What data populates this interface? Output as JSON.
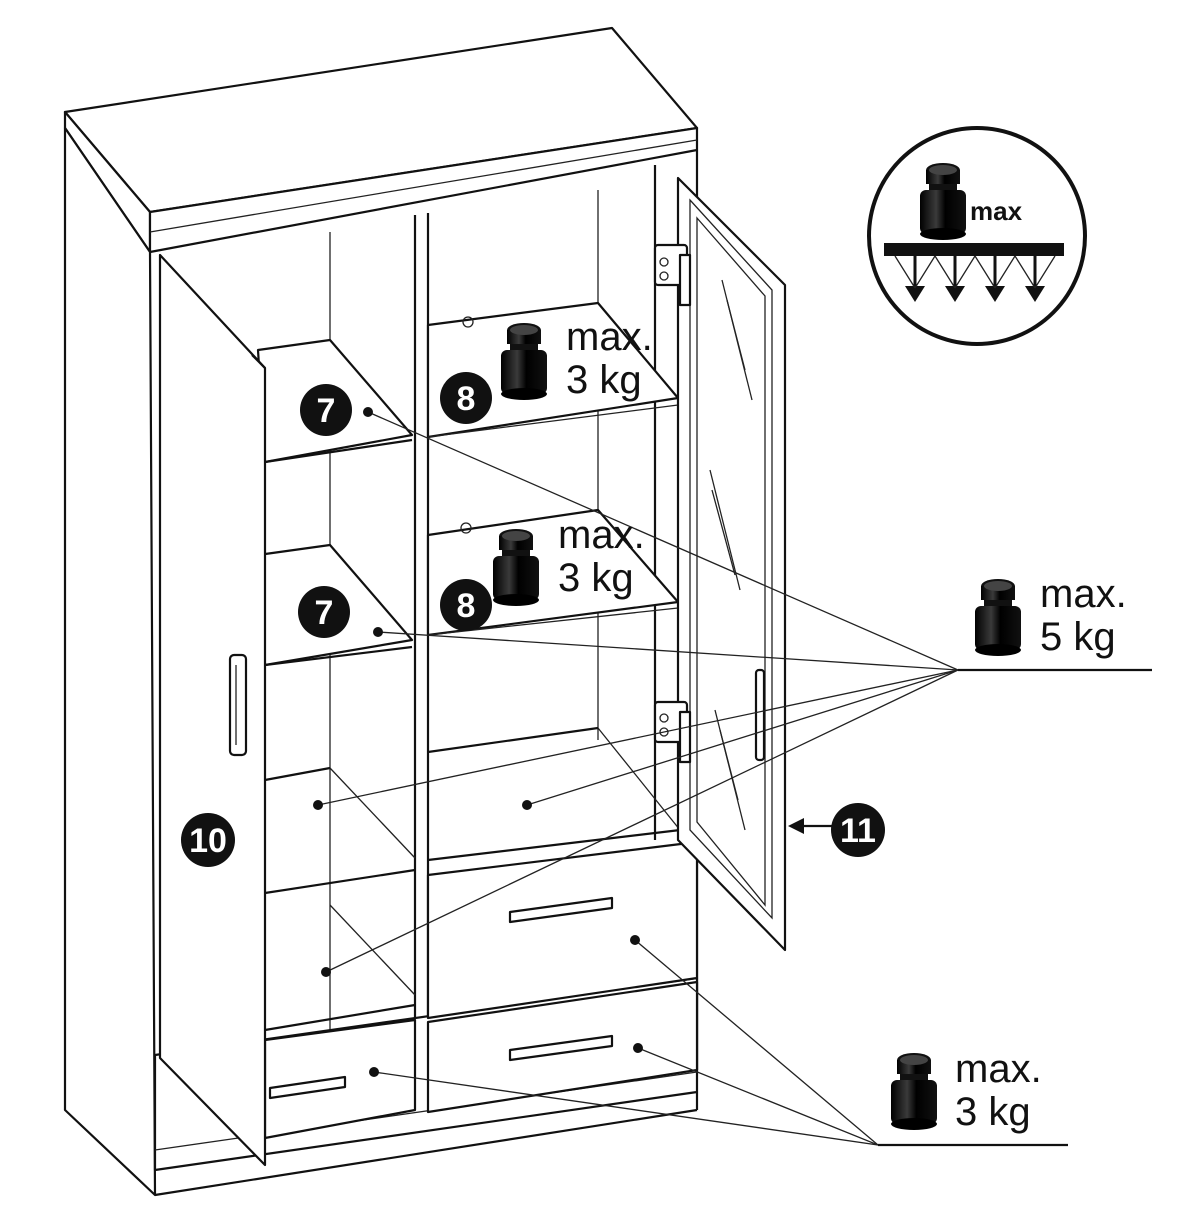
{
  "labels": {
    "max_icon": "max",
    "shelf_top_line1": "max.",
    "shelf_top_line2": "3 kg",
    "shelf_mid_line1": "max.",
    "shelf_mid_line2": "3 kg",
    "right_line1": "max.",
    "right_line2": "5 kg",
    "bottom_line1": "max.",
    "bottom_line2": "3 kg"
  },
  "parts": {
    "shelf_left_top": "7",
    "shelf_left_mid": "7",
    "glass_shelf_top": "8",
    "glass_shelf_mid": "8",
    "left_door": "10",
    "glass_door": "11"
  },
  "colors": {
    "line": "#111111",
    "badge": "#111111",
    "background": "#ffffff"
  }
}
